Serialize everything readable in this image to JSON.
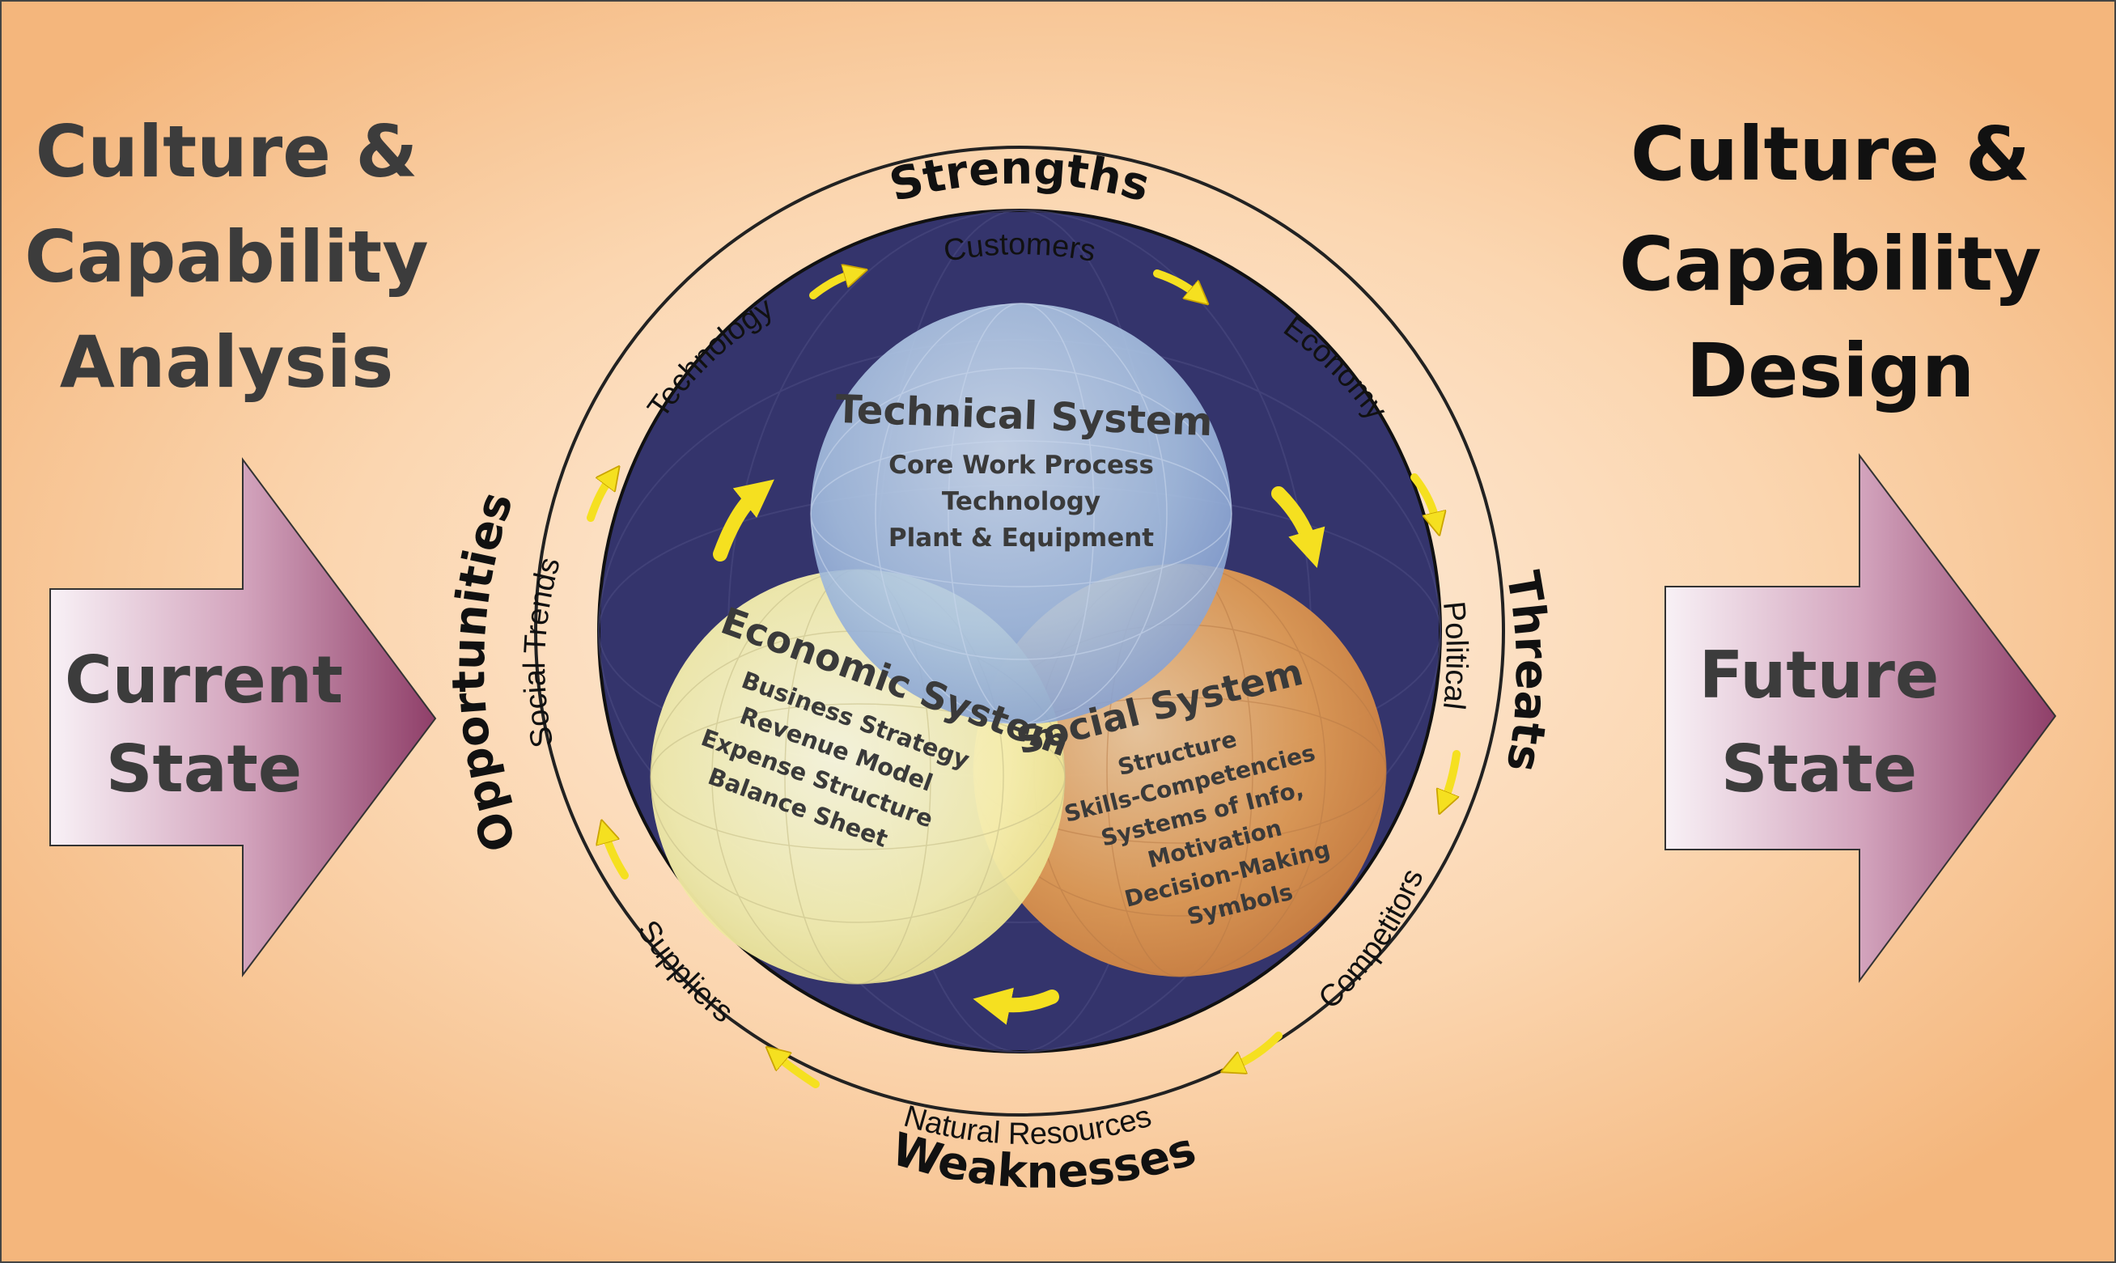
{
  "left": {
    "title": [
      "Culture &",
      "Capability",
      "Analysis"
    ],
    "arrow_label": [
      "Current",
      "State"
    ]
  },
  "right": {
    "title": [
      "Culture &",
      "Capability",
      "Design"
    ],
    "arrow_label": [
      "Future",
      "State"
    ]
  },
  "swot": {
    "top": "Strengths",
    "right": "Threats",
    "bottom": "Weaknesses",
    "left": "Opportunities"
  },
  "environment": {
    "customers": "Customers",
    "economy": "Economy",
    "political": "Political",
    "competitors": "Competitors",
    "natural_resources": "Natural Resources",
    "suppliers": "Suppliers",
    "social_trends": "Social Trends",
    "technology": "Technology"
  },
  "systems": {
    "technical": {
      "title": "Technical System",
      "items": [
        "Core Work Process",
        "Technology",
        "Plant & Equipment"
      ]
    },
    "economic": {
      "title": "Economic System",
      "items": [
        "Business Strategy",
        "Revenue Model",
        "Expense Structure",
        "Balance Sheet"
      ]
    },
    "social": {
      "title": "Social System",
      "items": [
        "Structure",
        "Skills-Competencies",
        "Systems of Info,",
        "Motivation",
        "Decision-Making",
        "Symbols"
      ]
    }
  },
  "colors": {
    "background_center": "#fde8d2",
    "background_edge": "#f5b97e",
    "navy": "#35336b",
    "arrow_yellow": "#f5e020",
    "block_arrow_dark": "#93476f",
    "block_arrow_light": "#f7eef4"
  }
}
